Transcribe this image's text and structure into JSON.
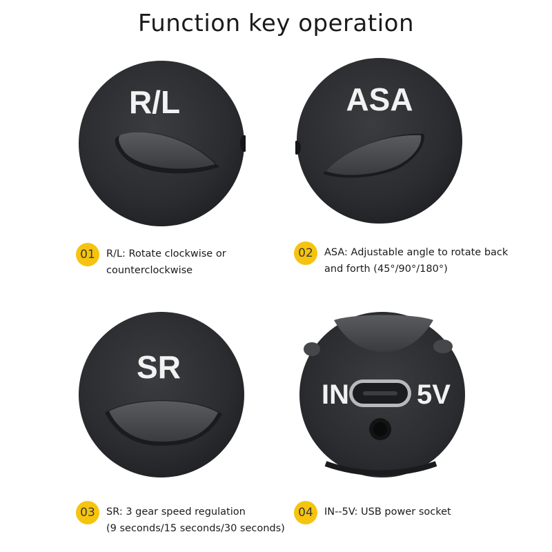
{
  "title": "Function key operation",
  "accent_color": "#f6c40f",
  "panels": [
    {
      "key_label": "R/L",
      "badge": "01",
      "caption_line1": "R/L: Rotate clockwise or",
      "caption_line2": "counterclockwise"
    },
    {
      "key_label": "ASA",
      "badge": "02",
      "caption_line1": "ASA: Adjustable angle to rotate back",
      "caption_line2": "and forth (45°/90°/180°)"
    },
    {
      "key_label": "SR",
      "badge": "03",
      "caption_line1": "SR: 3 gear speed regulation",
      "caption_line2": "(9 seconds/15 seconds/30 seconds)"
    },
    {
      "key_label_in": "IN",
      "key_label_5v": "5V",
      "badge": "04",
      "caption_line1": "IN--5V: USB power socket",
      "caption_line2": ""
    }
  ]
}
